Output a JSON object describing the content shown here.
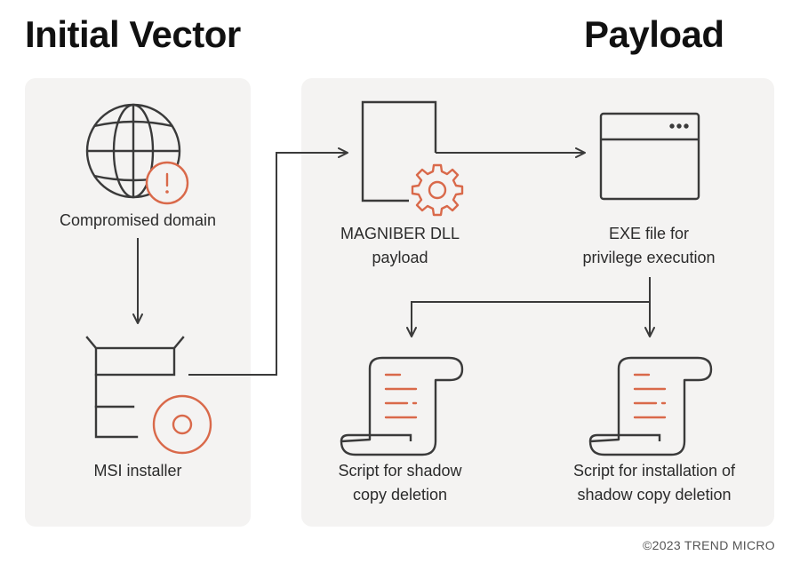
{
  "headings": {
    "left": "Initial Vector",
    "right": "Payload"
  },
  "nodes": {
    "compromised_domain": {
      "label": "Compromised domain",
      "icon": "globe-alert-icon"
    },
    "msi_installer": {
      "label": "MSI installer",
      "icon": "box-disc-icon"
    },
    "magniber_dll": {
      "line1": "MAGNIBER DLL",
      "line2": "payload",
      "icon": "document-gear-icon"
    },
    "exe_file": {
      "line1": "EXE file for",
      "line2": "privilege execution",
      "icon": "window-icon"
    },
    "script_shadow": {
      "line1": "Script for shadow",
      "line2": "copy deletion",
      "icon": "scroll-icon"
    },
    "script_install": {
      "line1": "Script for installation of",
      "line2": "shadow copy deletion",
      "icon": "scroll-icon"
    }
  },
  "footer": {
    "copyright": "©2023 TREND MICRO"
  },
  "colors": {
    "accent": "#d9694a",
    "stroke": "#3a3a3a",
    "panel": "#f4f3f2",
    "heading": "#111111"
  }
}
